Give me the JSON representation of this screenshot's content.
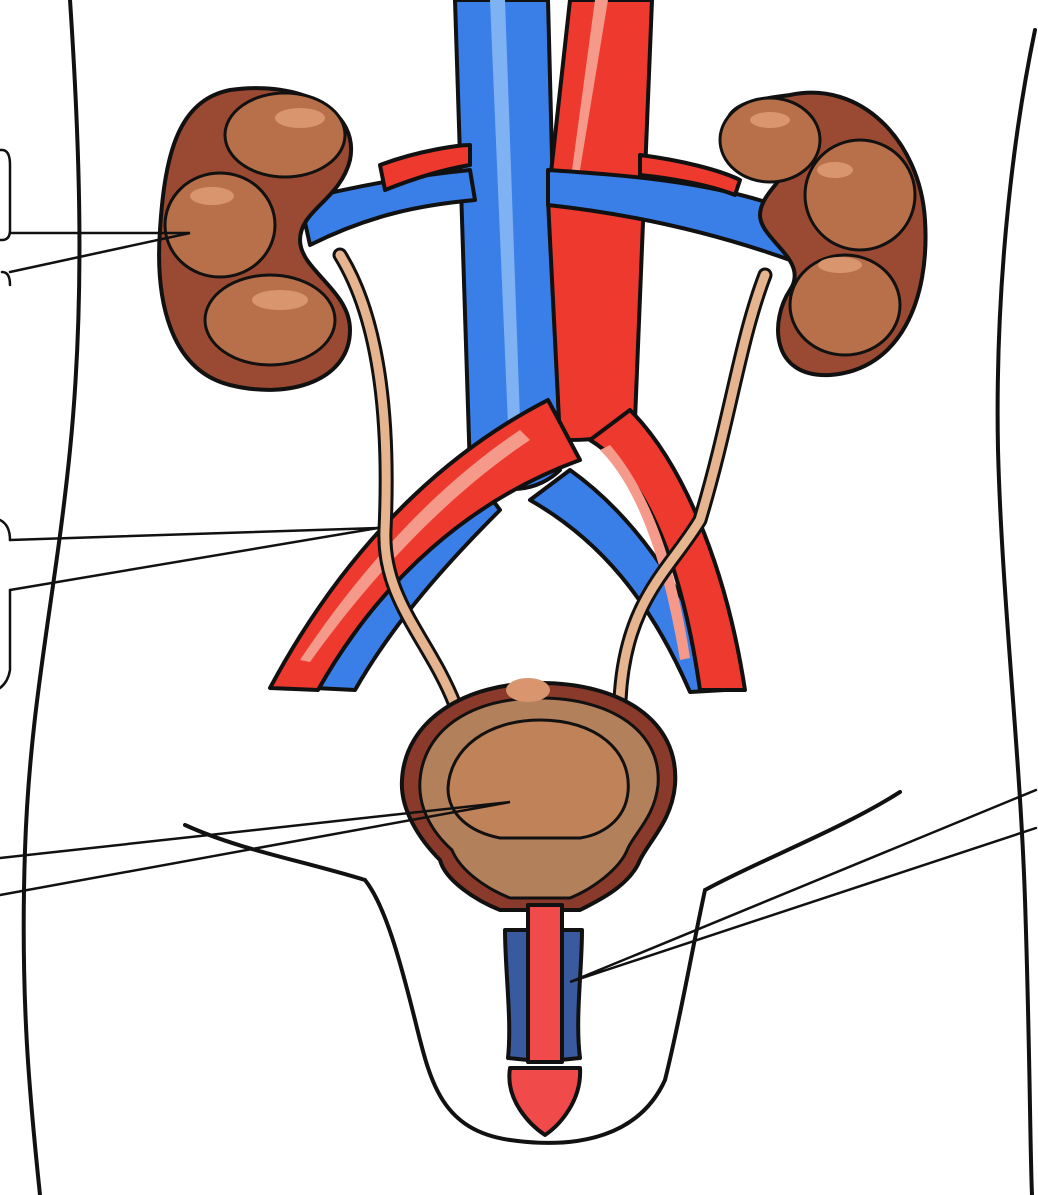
{
  "diagram": {
    "title": "",
    "callouts": [
      {
        "id": "kidney",
        "text": ""
      },
      {
        "id": "ureter",
        "text": ""
      },
      {
        "id": "bladder",
        "text": ""
      },
      {
        "id": "urethra",
        "text": ""
      }
    ]
  },
  "colors": {
    "vein": "#3a7ee8",
    "vein_highlight": "#7fb2f2",
    "artery": "#ee3a2e",
    "artery_highlight": "#f59a8a",
    "kidney_dark": "#9a4a32",
    "kidney_light": "#b8704a",
    "kidney_highlight": "#d8956e",
    "ureter": "#e6b48f",
    "bladder_outer": "#8a3a2a",
    "bladder_mid": "#b3805c",
    "bladder_inner": "#c08258",
    "urethra": "#f04a4a",
    "corpus": "#3a5aa0",
    "outline": "#111111"
  }
}
